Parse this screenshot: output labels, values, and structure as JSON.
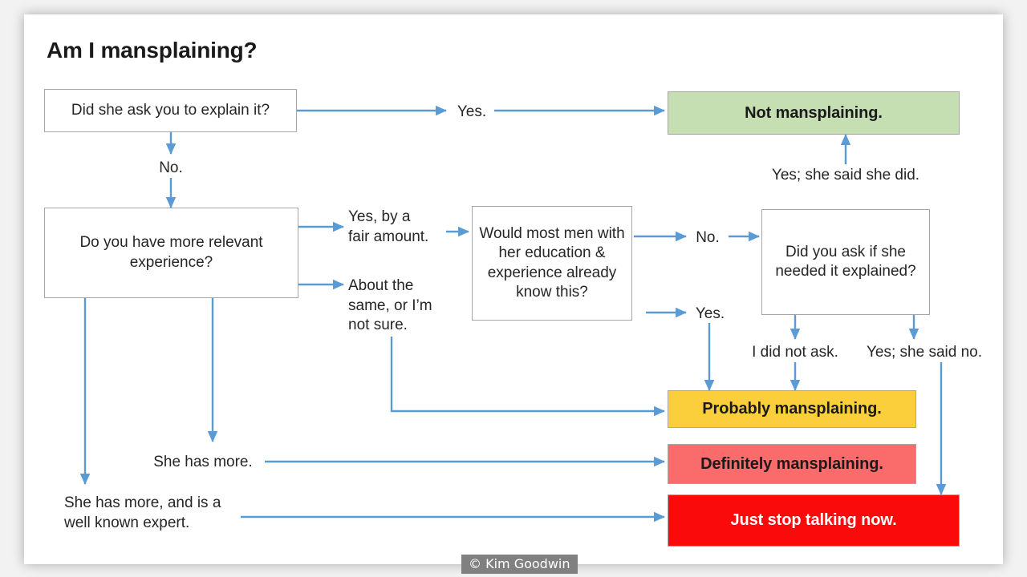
{
  "title": "Am I mansplaining?",
  "watermark": "© Kim Goodwin",
  "colors": {
    "arrow": "#5B9BD5",
    "box_border": "#A6A6A6",
    "green": "#C5DFB3",
    "yellow": "#FBCE3C",
    "pink": "#FA6B6B",
    "red": "#FA0A0A",
    "text": "#262626",
    "watermark_bg": "#808080",
    "slide_bg": "#FFFFFF",
    "page_bg": "#F2F2F2"
  },
  "nodes": {
    "q_asked_explain": "Did she ask you to explain it?",
    "q_more_experience": "Do you have more relevant experience?",
    "q_most_men_know": "Would most men with her education & experience already know this?",
    "q_did_you_ask": "Did you ask if she needed it explained?",
    "out_not": "Not mansplaining.",
    "out_probably": "Probably mansplaining.",
    "out_definitely": "Definitely mansplaining.",
    "out_stop": "Just stop talking now."
  },
  "labels": {
    "yes": "Yes.",
    "no": "No.",
    "yes_by_fair_amount": "Yes, by a\nfair amount.",
    "about_same_not_sure": "About the\nsame, or I’m\nnot sure.",
    "no_most_men": "No.",
    "yes_most_men": "Yes.",
    "yes_she_said_she_did": "Yes; she said she did.",
    "i_did_not_ask": "I did not ask.",
    "yes_she_said_no": "Yes; she said no.",
    "she_has_more": "She has more.",
    "she_has_more_expert": "She has more, and is a\nwell known expert."
  },
  "chart_data": {
    "type": "diagram",
    "title": "Am I mansplaining?",
    "diagram_kind": "decision-flowchart",
    "decision_nodes": [
      {
        "id": "q1",
        "text": "Did she ask you to explain it?"
      },
      {
        "id": "q2",
        "text": "Do you have more relevant experience?"
      },
      {
        "id": "q3",
        "text": "Would most men with her education & experience already know this?"
      },
      {
        "id": "q4",
        "text": "Did you ask if she needed it explained?"
      }
    ],
    "outcome_nodes": [
      {
        "id": "o_green",
        "text": "Not mansplaining.",
        "color": "#C5DFB3"
      },
      {
        "id": "o_yellow",
        "text": "Probably mansplaining.",
        "color": "#FBCE3C"
      },
      {
        "id": "o_pink",
        "text": "Definitely mansplaining.",
        "color": "#FA6B6B"
      },
      {
        "id": "o_red",
        "text": "Just stop talking now.",
        "color": "#FA0A0A"
      }
    ],
    "edges": [
      {
        "from": "q1",
        "to": "o_green",
        "label": "Yes."
      },
      {
        "from": "q1",
        "to": "q2",
        "label": "No."
      },
      {
        "from": "q2",
        "to": "q3",
        "label": "Yes, by a fair amount."
      },
      {
        "from": "q2",
        "to": "o_yellow",
        "label": "About the same, or I’m not sure."
      },
      {
        "from": "q2",
        "to": "o_pink",
        "label": "She has more."
      },
      {
        "from": "q2",
        "to": "o_red",
        "label": "She has more, and is a well known expert."
      },
      {
        "from": "q3",
        "to": "q4",
        "label": "No."
      },
      {
        "from": "q3",
        "to": "o_yellow",
        "label": "Yes."
      },
      {
        "from": "q4",
        "to": "o_green",
        "label": "Yes; she said she did."
      },
      {
        "from": "q4",
        "to": "o_yellow",
        "label": "I did not ask."
      },
      {
        "from": "q4",
        "to": "o_red",
        "label": "Yes; she said no."
      }
    ]
  }
}
